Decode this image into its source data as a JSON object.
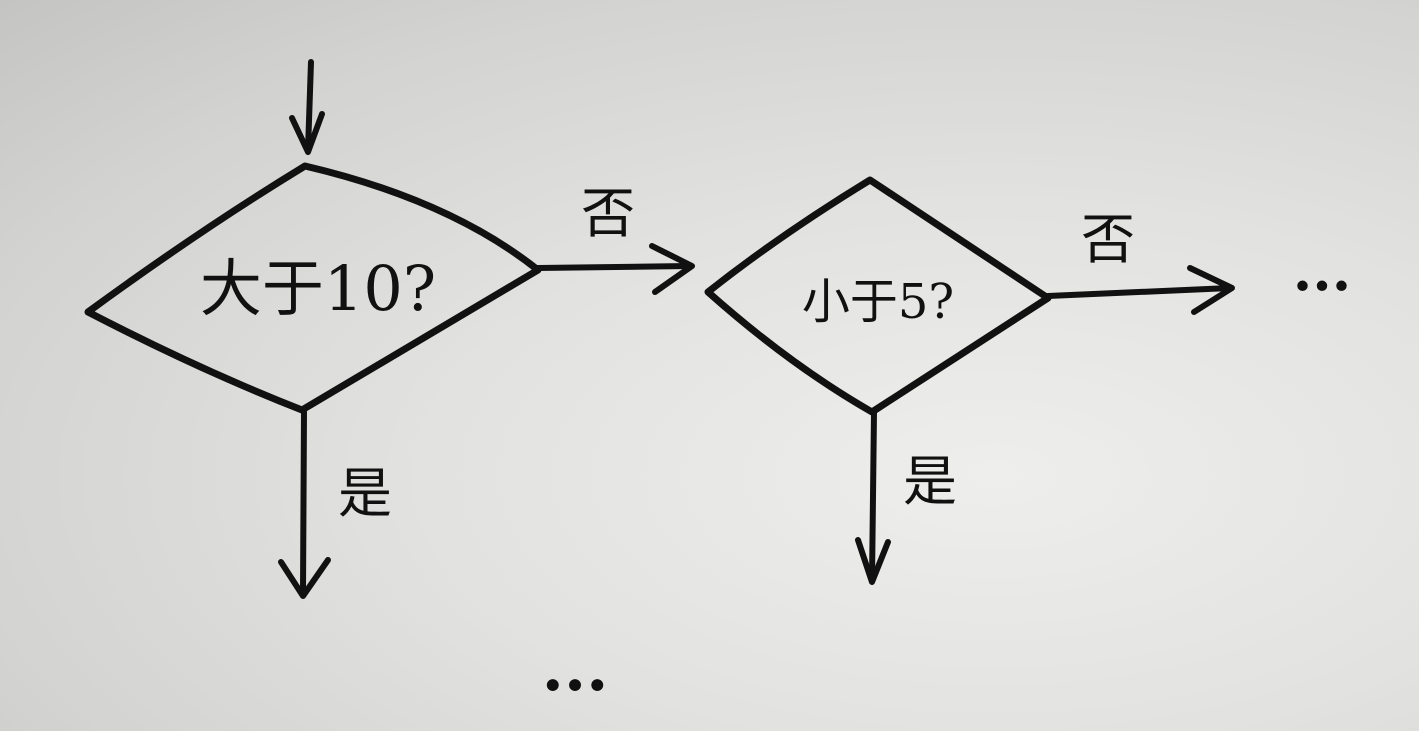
{
  "decisions": [
    {
      "id": "d1",
      "label": "大于10?",
      "yes": "是",
      "no": "否"
    },
    {
      "id": "d2",
      "label": "小于5?",
      "yes": "是",
      "no": "否"
    }
  ],
  "continuation": "..."
}
